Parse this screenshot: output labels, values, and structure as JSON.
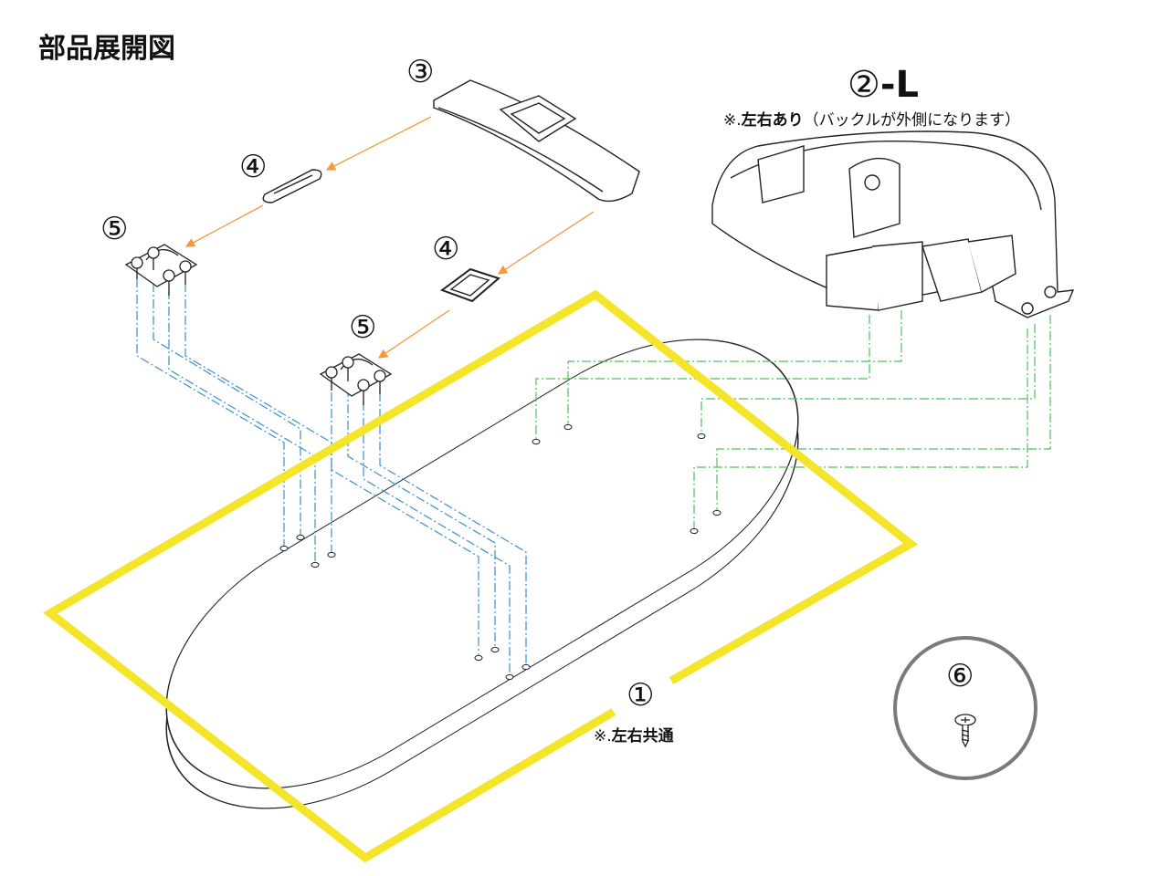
{
  "title": "部品展開図",
  "parts": {
    "p1": {
      "number": "①",
      "note_prefix": "※.",
      "note_bold": "左右共通"
    },
    "p2": {
      "number": "②",
      "suffix": "-L",
      "note_prefix": "※.",
      "note_bold": "左右あり",
      "note_rest": "（バックルが外側になります）"
    },
    "p3": {
      "number": "③"
    },
    "p4a": {
      "number": "④"
    },
    "p4b": {
      "number": "④"
    },
    "p5a": {
      "number": "⑤"
    },
    "p5b": {
      "number": "⑤"
    },
    "p6": {
      "number": "⑥"
    }
  },
  "colors": {
    "highlight": "#f5e52a",
    "arrow": "#f39a3c",
    "guide_blue": "#3a8fd0",
    "guide_green": "#4cc25a",
    "circle": "#7a7a7a"
  }
}
